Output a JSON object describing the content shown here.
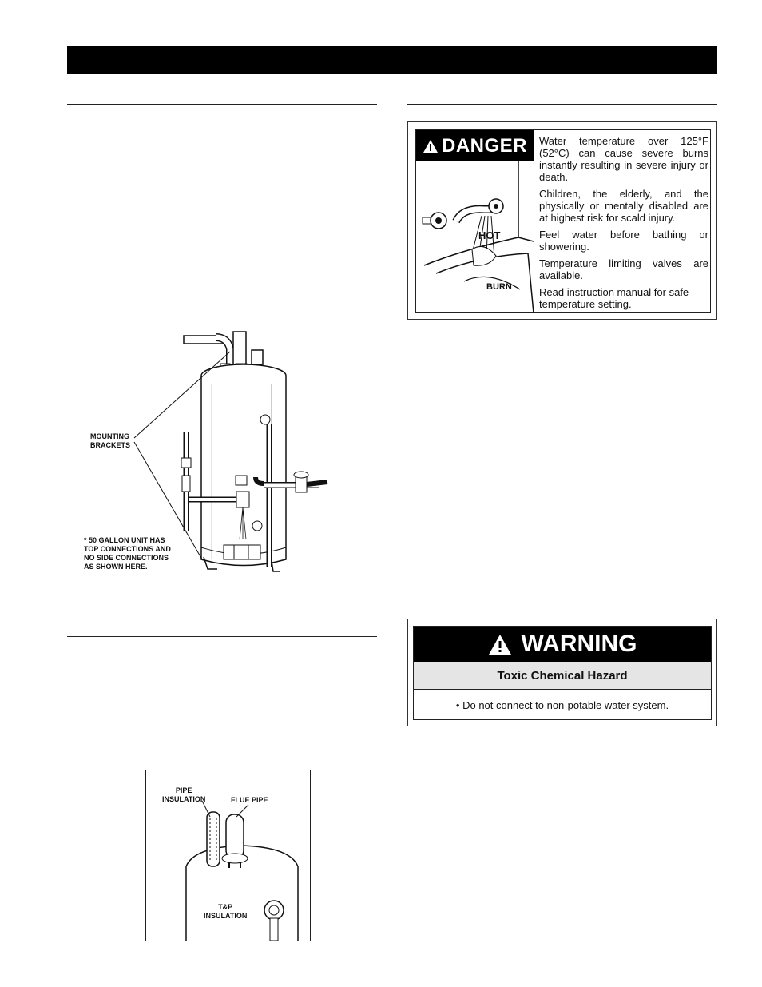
{
  "danger": {
    "heading": "DANGER",
    "paragraphs": [
      "Water temperature over 125°F (52°C) can cause severe burns instantly resulting in severe injury or death.",
      "Children, the elderly, and the physically or mentally disabled are at highest risk for scald injury.",
      "Feel water before bathing or showering.",
      "Temperature limiting valves are available.",
      "Read instruction manual for safe temperature setting."
    ],
    "illustration_labels": {
      "hot": "HOT",
      "burn": "BURN"
    }
  },
  "warning": {
    "heading": "WARNING",
    "subheading": "Toxic Chemical Hazard",
    "body": "• Do not connect to non-potable water system."
  },
  "figure1": {
    "mounting_label_1": "MOUNTING",
    "mounting_label_2": "BRACKETS",
    "note_line_1": "* 50 GALLON UNIT HAS",
    "note_line_2": "TOP CONNECTIONS AND",
    "note_line_3": "NO SIDE CONNECTIONS",
    "note_line_4": "AS SHOWN HERE."
  },
  "figure2": {
    "pipe_label_1": "PIPE",
    "pipe_label_2": "INSULATION",
    "flue_label": "FLUE PIPE",
    "tp_label_1": "T&P",
    "tp_label_2": "INSULATION"
  }
}
